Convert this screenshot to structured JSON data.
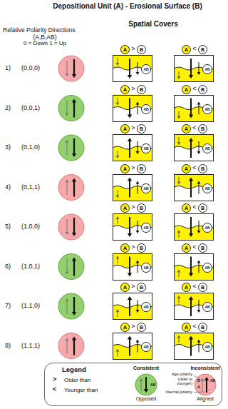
{
  "diagram": {
    "title": "Depositional Unit (A) - Erosional Surface (B)",
    "nodes": [
      {
        "text": [
          "A",
          ">",
          "B",
          "AB"
        ]
      },
      {
        "text": [
          "A",
          "<",
          "B",
          "AB"
        ]
      },
      {
        "text": [
          "A",
          ">",
          "B",
          "AB"
        ]
      },
      {
        "text": [
          "A",
          "<",
          "B",
          "AB"
        ]
      },
      {
        "text": [
          "A",
          ">",
          "B",
          "AB"
        ]
      },
      {
        "text": [
          "A",
          "<",
          "B",
          "AB"
        ]
      },
      {
        "text": [
          "A",
          ">",
          "B",
          "AB"
        ]
      },
      {
        "text": [
          "A",
          "<",
          "B",
          "AB"
        ]
      },
      {
        "text": [
          "A",
          ">",
          "B",
          "AB"
        ]
      },
      {
        "text": [
          "A",
          "<",
          "B",
          "AB"
        ]
      },
      {
        "text": [
          "A",
          ">",
          "B",
          "AB"
        ]
      },
      {
        "text": [
          "A",
          "<",
          "B",
          "AB"
        ]
      },
      {
        "text": [
          "A",
          ">",
          "B",
          "AB"
        ]
      },
      {
        "text": [
          "A",
          "<",
          "B",
          "AB"
        ]
      },
      {
        "text": [
          "A",
          ">",
          "B",
          "AB"
        ]
      },
      {
        "text": [
          "A",
          "<",
          "B",
          "AB"
        ]
      },
      {
        "text": [
          "Legend"
        ]
      },
      {
        "text": [
          "Consistent",
          "AB",
          "Opposed"
        ],
        "in": 16
      },
      {
        "text": [
          "Inconsistent",
          "AB",
          "B",
          "A",
          "Aligned"
        ],
        "in": 16
      }
    ],
    "labels": [
      "Spatial Covers",
      "Relative Polarity Directions",
      "(A,B,AB)",
      "0 = Down 1 = Up",
      "1)",
      "(0,0,0)",
      "2)",
      "(0,0,1)",
      "3)",
      "(0,1,0)",
      "4)",
      "(0,1,1)",
      "5)",
      "(1,0,0)",
      "6)",
      "(1,0,1)",
      "7)",
      "(1,1,0)",
      "8)",
      "(1,1,1)",
      ">",
      "Older than",
      "<",
      "Younger than",
      "Age polarity (older to younger)",
      "Internal polarity"
    ]
  }
}
